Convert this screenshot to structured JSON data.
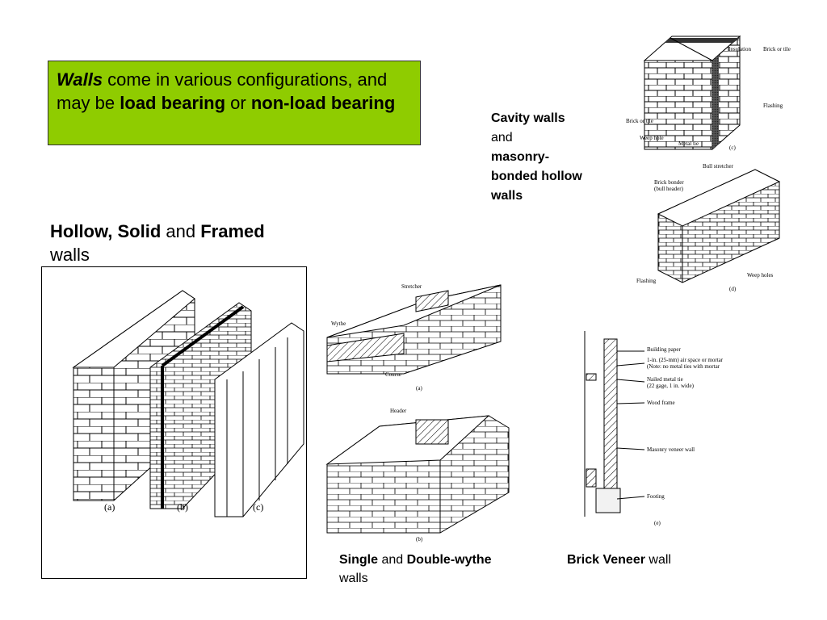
{
  "callout": {
    "walls": "Walls",
    "t1": " come in various configurations, and may be ",
    "load_bearing": "load bearing",
    "t2": " or ",
    "non_load_bearing": "non-load bearing"
  },
  "cavity_caption": {
    "b1": "Cavity walls",
    "t1": "and",
    "b2": "masonry-bonded hollow walls"
  },
  "hhs_caption": {
    "hollow_solid": "Hollow, Solid",
    "and": " and ",
    "framed": "Framed",
    "walls": "walls"
  },
  "wythe_caption": {
    "single": "Single",
    "and": " and ",
    "double": "Double-wythe",
    "walls": " walls"
  },
  "veneer_caption": {
    "brick_veneer": "Brick Veneer",
    "wall": " wall"
  },
  "fig_c": {
    "insulation": "Insulation",
    "brick_or_tile_top": "Brick or tile",
    "flashing": "Flashing",
    "brick_or_tile_left": "Brick or tile",
    "weep_hole": "Weep hole",
    "metal_tie": "Metal tie",
    "letter": "(c)"
  },
  "fig_d": {
    "bull_stretcher": "Bull stretcher",
    "brick_bonder": "Brick bonder",
    "bull_header": "(bull header)",
    "weep_holes": "Weep holes",
    "flashing": "Flashing",
    "letter": "(d)"
  },
  "fig_walls": {
    "a": "(a)",
    "b": "(b)",
    "c": "(c)"
  },
  "fig_wythe_a": {
    "stretcher": "Stretcher",
    "wythe": "Wythe",
    "course": "Course",
    "letter": "(a)"
  },
  "fig_wythe_b": {
    "header": "Header",
    "letter": "(b)"
  },
  "fig_e": {
    "building_paper": "Building paper",
    "air_space_1": "1-in. (25-mm) air space or mortar",
    "air_space_2": "(Note: no metal ties with mortar",
    "nailed_tie": "Nailed metal tie",
    "gage": "(22 gage, 1 in. wide)",
    "wood_frame": "Wood frame",
    "veneer": "Masonry veneer wall",
    "footing": "Footing",
    "letter": "(e)"
  }
}
